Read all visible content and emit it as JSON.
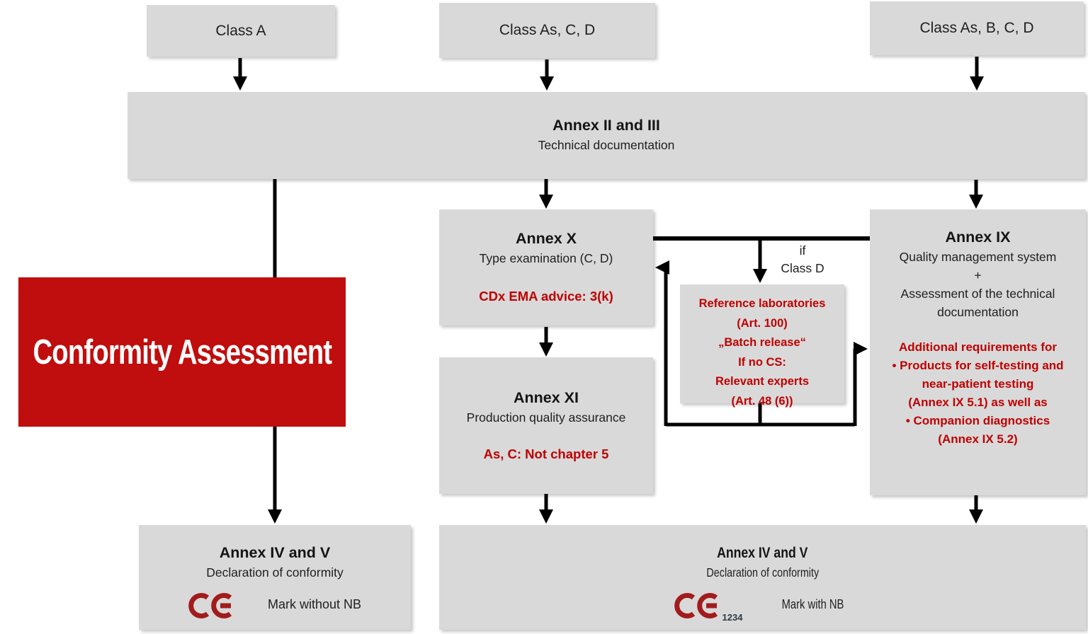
{
  "colors": {
    "box_gray": "#d9d9d9",
    "banner_red": "#c00d0d",
    "note_red": "#c00000",
    "ce_red": "#a21c1c",
    "arrow_black": "#000000"
  },
  "top_row": {
    "class_a": "Class A",
    "class_ascd": "Class As, C, D",
    "class_asbcd": "Class As, B, C, D"
  },
  "annex_ii_iii": {
    "title": "Annex II and III",
    "subtitle": "Technical documentation"
  },
  "banner": {
    "label": "Conformity Assessment"
  },
  "annex_x": {
    "title": "Annex X",
    "subtitle": "Type examination (C, D)",
    "note": "CDx EMA advice: 3(k)"
  },
  "annex_xi": {
    "title": "Annex XI",
    "subtitle": "Production quality assurance",
    "note": "As, C: Not chapter 5"
  },
  "ref_labs": {
    "lines": [
      "Reference laboratories",
      "(Art. 100)",
      "„Batch release“",
      "If no CS:",
      "Relevant experts",
      "(Art. 48 (6))"
    ]
  },
  "labels": {
    "if_line1": "if",
    "if_line2": "Class D"
  },
  "annex_ix": {
    "title": "Annex IX",
    "desc": [
      "Quality management system",
      "+",
      "Assessment of the technical documentation"
    ],
    "req": [
      "Additional requirements for",
      "•   Products for self-testing and",
      "near-patient testing",
      "(Annex IX 5.1) as well as",
      "•   Companion diagnostics",
      "(Annex IX 5.2)"
    ]
  },
  "bottom_left": {
    "title": "Annex IV and V",
    "subtitle": "Declaration of conformity",
    "mark_label": "Mark without NB"
  },
  "bottom_right": {
    "title": "Annex IV and V",
    "subtitle": "Declaration of conformity",
    "nb_number": "1234",
    "mark_label": "Mark with NB"
  }
}
